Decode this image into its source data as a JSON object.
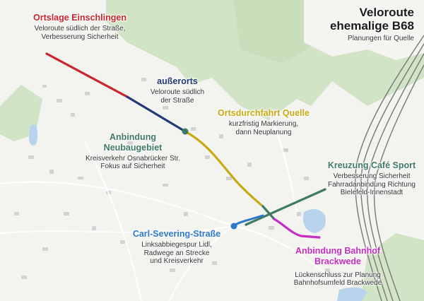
{
  "title": {
    "line1": "Veloroute",
    "line2": "ehemalige B68",
    "subtitle": "Planungen für Quelle"
  },
  "colors": {
    "red": "#c8262b",
    "navy": "#233a78",
    "yellow": "#d2b018",
    "green": "#3f7a64",
    "blue": "#2f77c9",
    "magenta": "#c72bc0",
    "forest": "#cfe2c2",
    "water": "#b8d4ec"
  },
  "segments": [
    {
      "id": "ortslage-einschlingen",
      "color": "#c8262b",
      "title": "Ortslage Einschlingen",
      "lines": [
        "Veloroute südlich der Straße,",
        "Verbesserung Sicherheit"
      ]
    },
    {
      "id": "ausserorts",
      "color": "#233a78",
      "title": "außerorts",
      "lines": [
        "Veloroute südlich",
        "der Straße"
      ]
    },
    {
      "id": "ortsdurchfahrt-quelle",
      "color": "#c9a814",
      "title": "Ortsdurchfahrt Quelle",
      "lines": [
        "kurzfristig Markierung,",
        "dann Neuplanung"
      ]
    },
    {
      "id": "anbindung-neubaugebiet",
      "color": "#3f7a64",
      "title_lines": [
        "Anbindung",
        "Neubaugebiet"
      ],
      "lines": [
        "Kreisverkehr Osnabrücker Str.",
        "Fokus auf Sicherheit"
      ]
    },
    {
      "id": "kreuzung-cafe-sport",
      "color": "#3f7a64",
      "title": "Kreuzung Café Sport",
      "lines": [
        "Verbesserung Sicherheit",
        "Fahrradanbindung Richtung",
        "Bielefeld-Innenstadt"
      ]
    },
    {
      "id": "carl-severing-strasse",
      "color": "#2f77c9",
      "title": "Carl-Severing-Straße",
      "lines": [
        "Linksabbiegespur Lidl,",
        "Radwege an Strecke",
        "und Kreisverkehr"
      ]
    },
    {
      "id": "anbindung-bahnhof",
      "color": "#c72bc0",
      "title_lines": [
        "Anbindung Bahnhof",
        "Brackwede"
      ],
      "lines": [
        "Lückenschluss zur Planung",
        "Bahnhofsumfeld Brackwede"
      ]
    }
  ]
}
